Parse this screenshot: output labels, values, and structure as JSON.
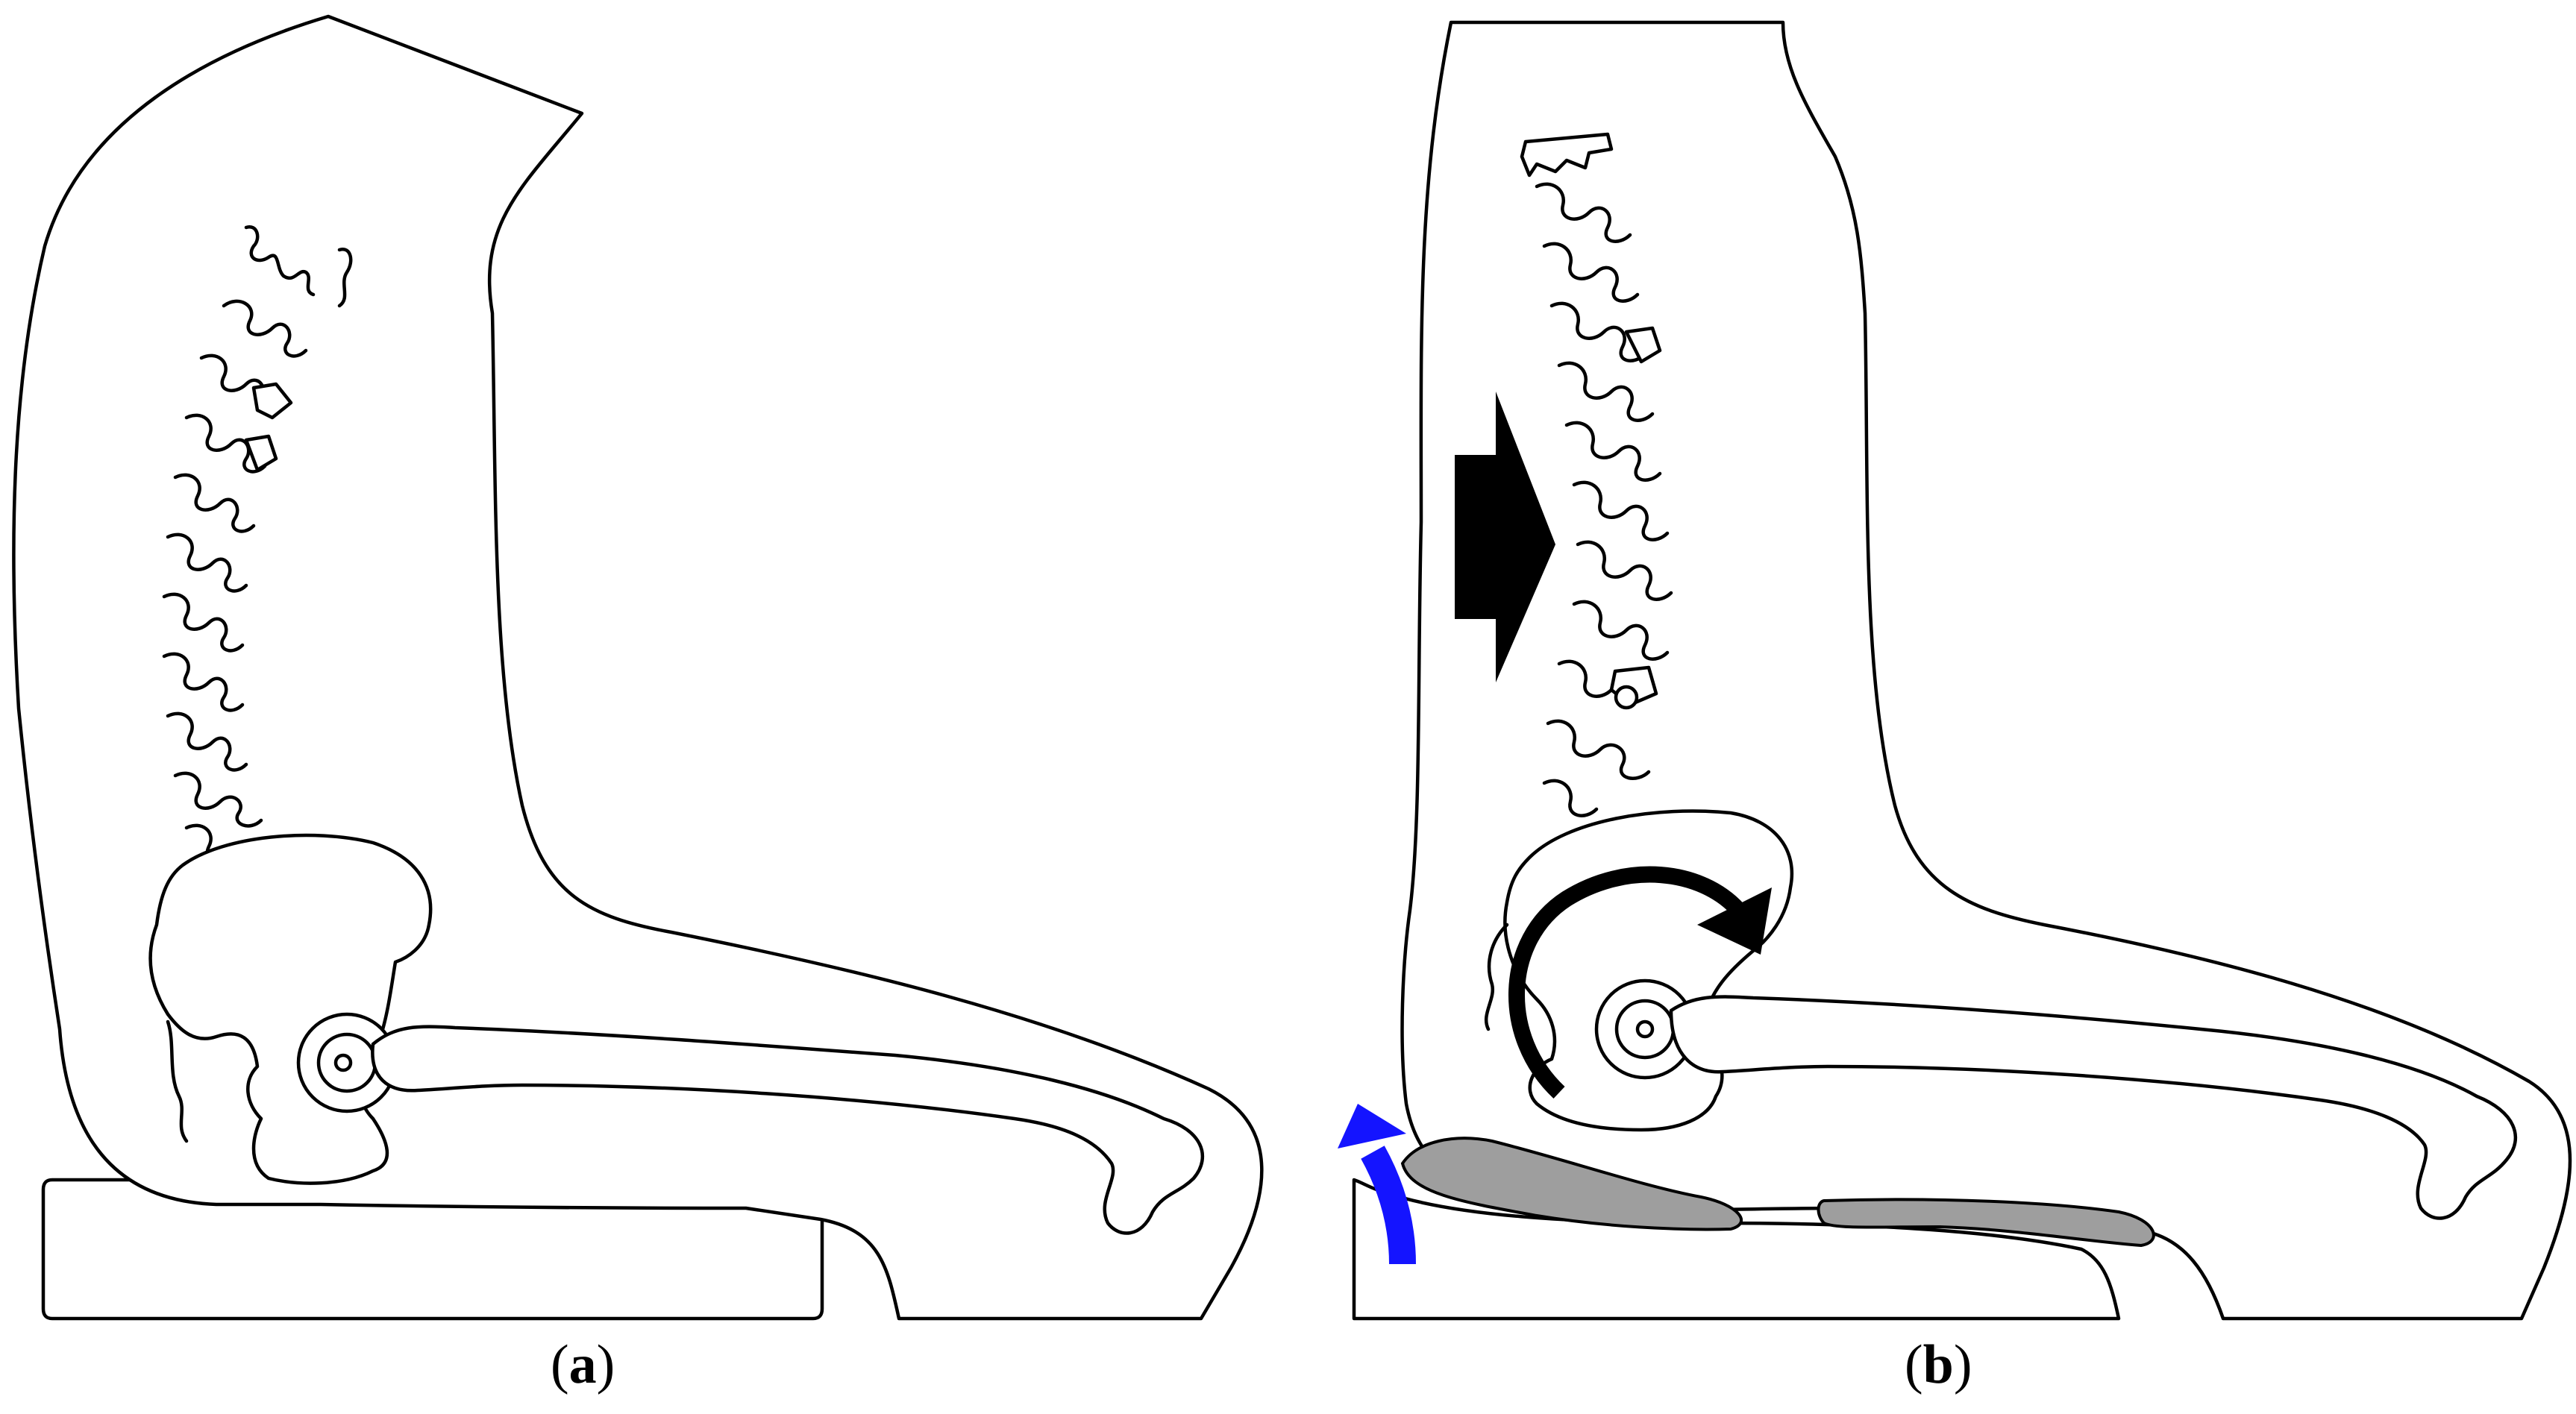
{
  "figure": {
    "panels": [
      {
        "id": "a",
        "label_open": "(",
        "label_letter": "a",
        "label_close": ")",
        "description_hidden": false
      },
      {
        "id": "b",
        "label_open": "(",
        "label_letter": "b",
        "label_close": ")"
      }
    ],
    "colors": {
      "outline": "#000000",
      "background": "#ffffff",
      "cushion_pad": "#9e9e9e",
      "rotation_arrow": "#000000",
      "push_arrow": "#000000",
      "tilt_arrow": "#1414ff"
    },
    "icons": {
      "push_arrow": "right-arrow-icon",
      "rotation_arrow": "clockwise-arrow-icon",
      "tilt_arrow": "curved-up-arrow-icon"
    }
  }
}
